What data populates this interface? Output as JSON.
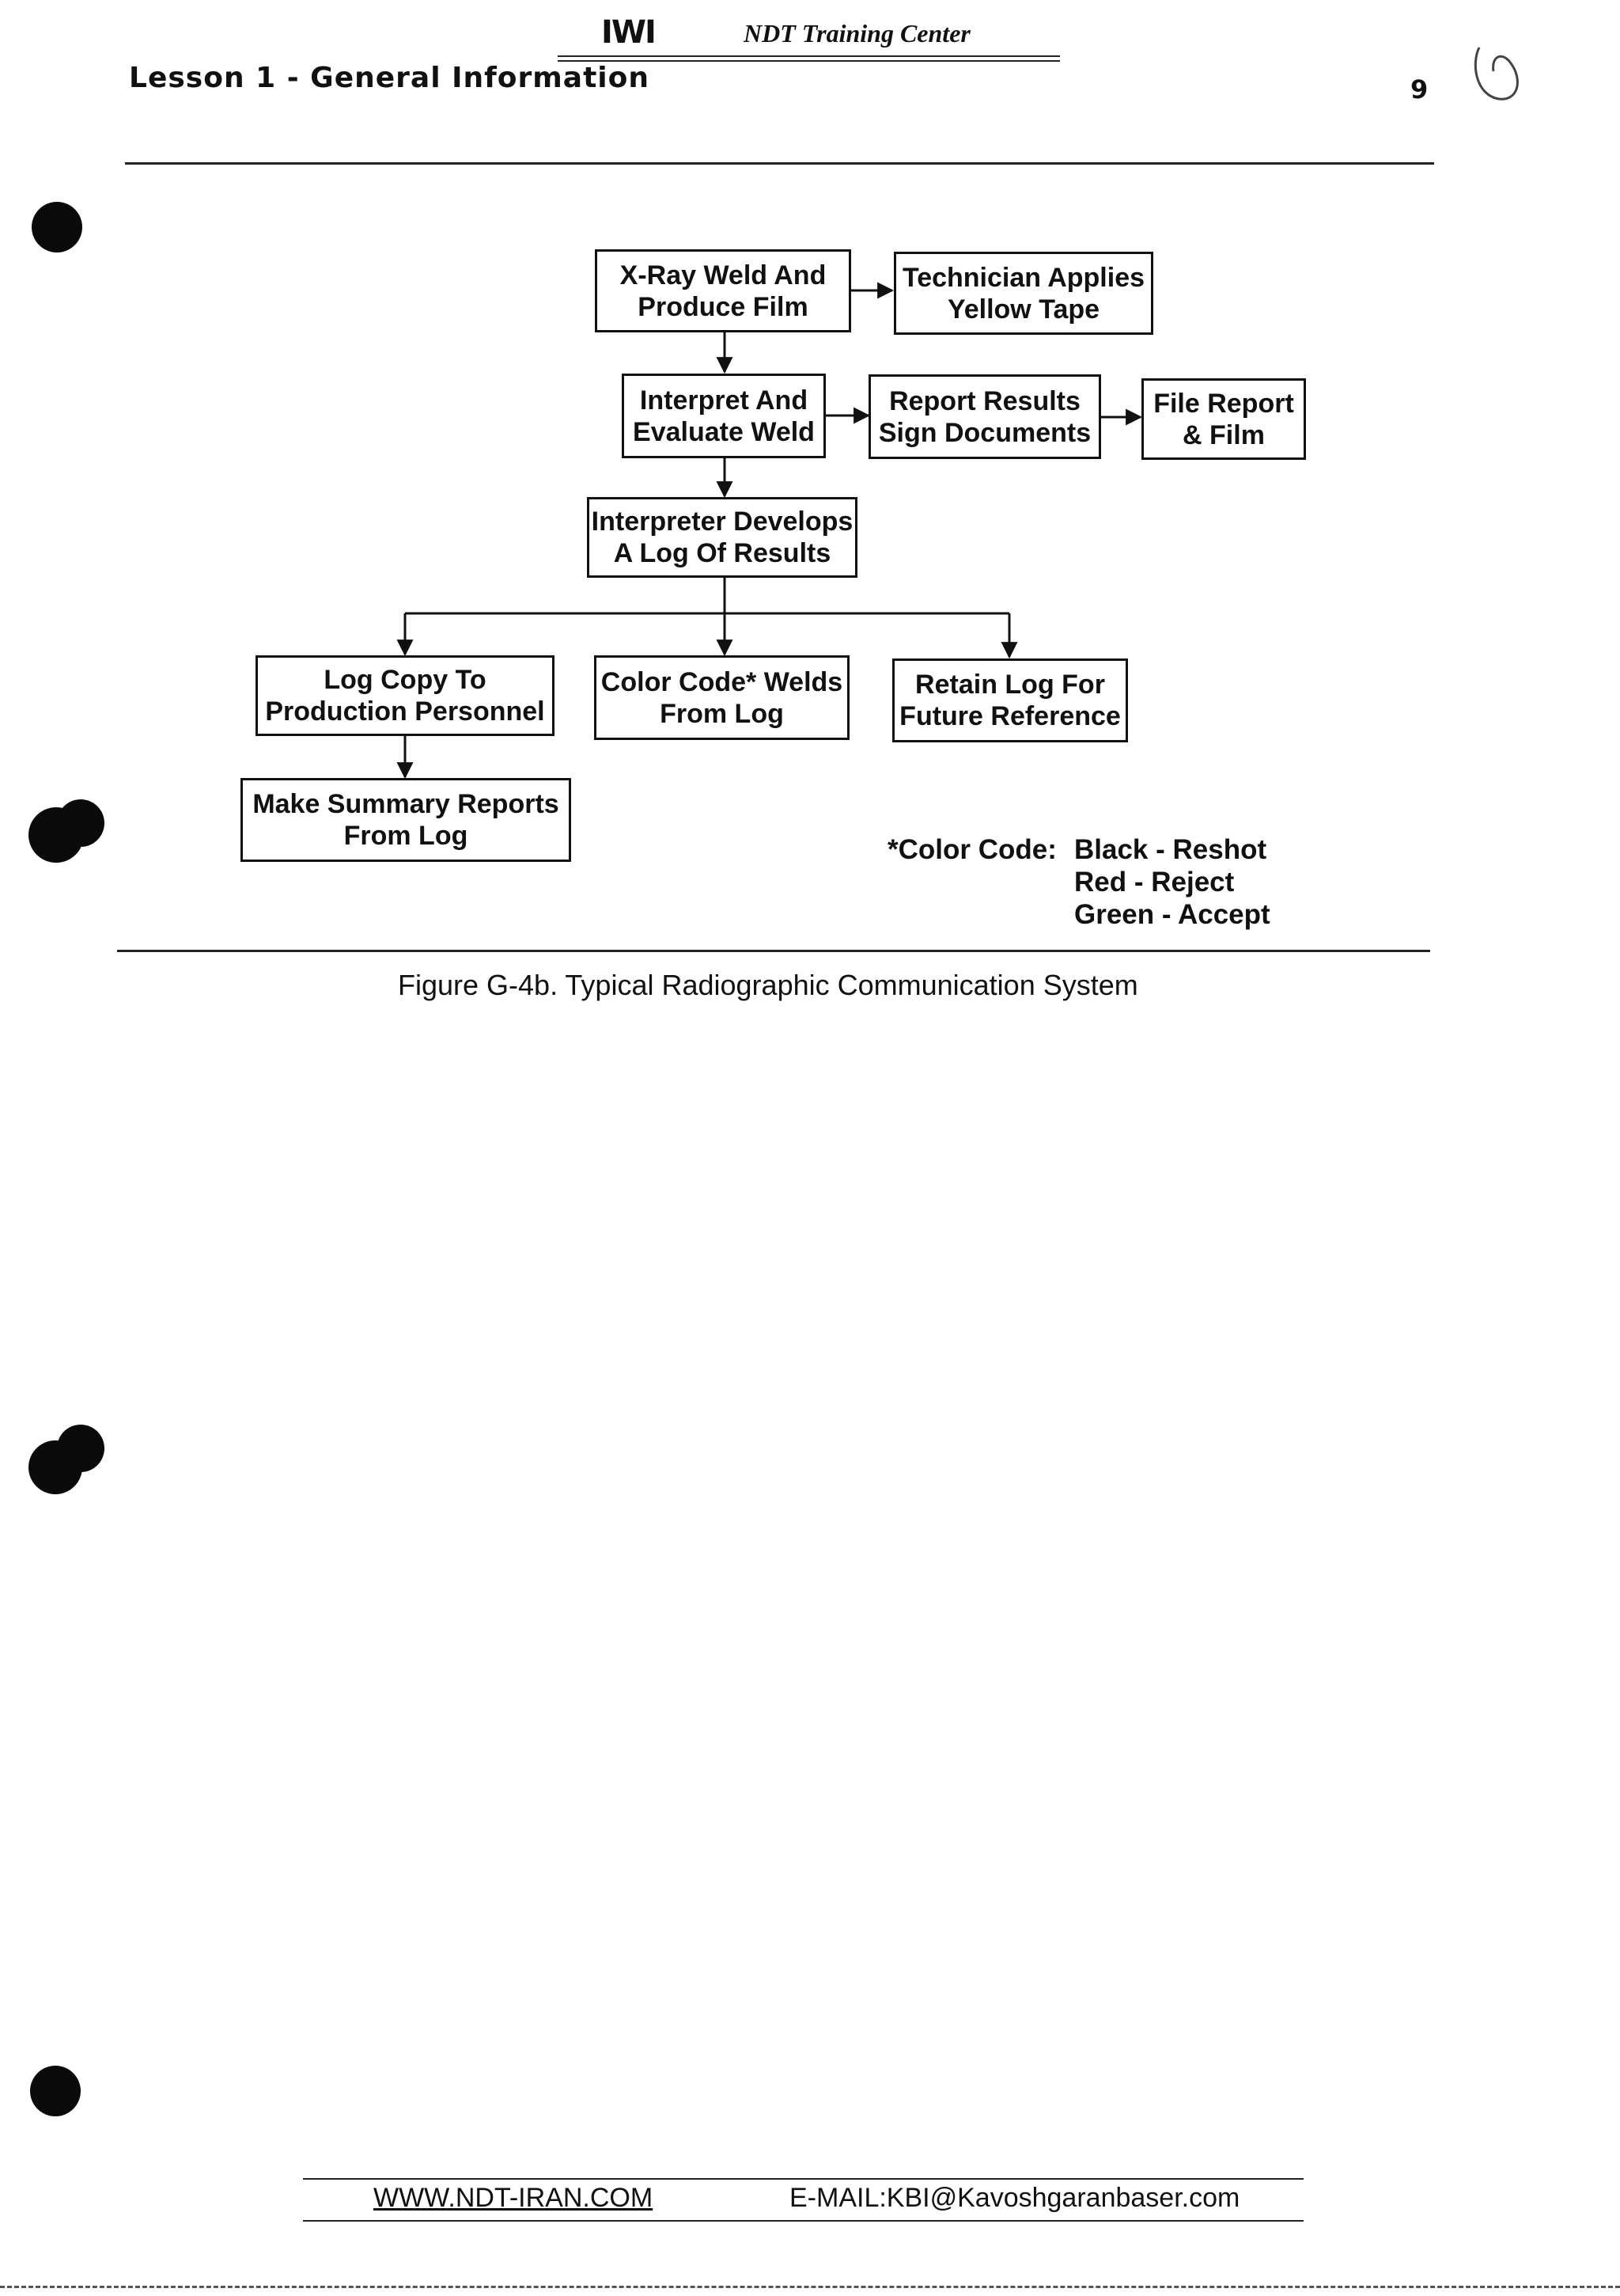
{
  "header": {
    "logo_text": "IWI",
    "center_name": "NDT Training Center",
    "lesson_title": "Lesson 1 - General Information",
    "page_number": "9"
  },
  "flowchart": {
    "boxes": {
      "xray": "X-Ray Weld And\nProduce Film",
      "tape": "Technician Applies\nYellow Tape",
      "interpret": "Interpret And\nEvaluate Weld",
      "report": "Report Results\nSign Documents",
      "file": "File Report\n& Film",
      "log": "Interpreter Develops\nA Log Of Results",
      "copy": "Log Copy To\nProduction Personnel",
      "color": "Color Code* Welds\nFrom Log",
      "retain": "Retain Log For\nFuture Reference",
      "summary": "Make Summary Reports\nFrom Log"
    },
    "legend": {
      "label": "*Color Code:",
      "items": [
        "Black - Reshot",
        "Red - Reject",
        "Green - Accept"
      ]
    }
  },
  "caption": "Figure G-4b. Typical Radiographic Communication System",
  "footer": {
    "website": "WWW.NDT-IRAN.COM",
    "email": "E-MAIL:KBI@Kavoshgaranbaser.com"
  }
}
